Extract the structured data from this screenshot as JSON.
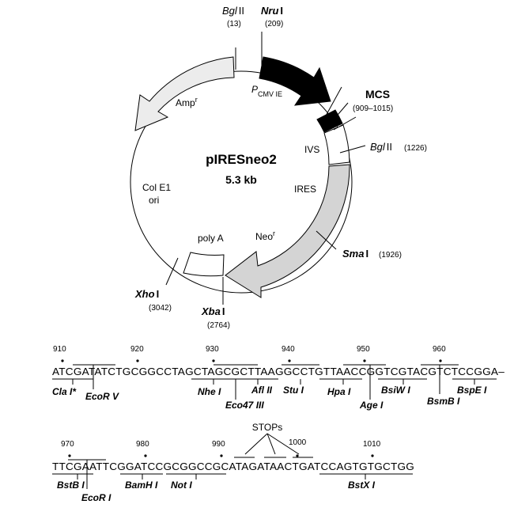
{
  "map": {
    "name": "pIRESneo2",
    "size": "5.3 kb",
    "features": {
      "amp": "Amp",
      "amp_sup": "r",
      "pcmv": "P",
      "pcmv_sub": "CMV IE",
      "mcs": "MCS",
      "mcs_range": "(909–1015)",
      "ivs": "IVS",
      "ires": "IRES",
      "neo": "Neo",
      "neo_sup": "r",
      "polya": "poly A",
      "colE1_line1": "Col E1",
      "colE1_line2": "ori"
    },
    "sites": [
      {
        "name": "Bgl",
        "suffix": "II",
        "pos": "(13)"
      },
      {
        "name": "Nru",
        "suffix": "I",
        "pos": "(209)"
      },
      {
        "name": "Bgl",
        "suffix": "II",
        "pos": "(1226)"
      },
      {
        "name": "Sma",
        "suffix": "I",
        "pos": "(1926)"
      },
      {
        "name": "Xho",
        "suffix": "I",
        "pos": "(3042)"
      },
      {
        "name": "Xba",
        "suffix": "I",
        "pos": "(2764)"
      }
    ]
  },
  "sequence": {
    "line1": {
      "numbers": [
        "910",
        "920",
        "930",
        "940",
        "950",
        "960"
      ],
      "seq": "ATCGATATCTGCGGCCTAGCTAGCGCTTAAGGCCTGTTAACCGGTCGTACGTCTCCGGA–",
      "enzymes": [
        "Cla I*",
        "EcoR V",
        "Nhe I",
        "Afl II",
        "Stu I",
        "Hpa I",
        "BsiW I",
        "BspE I",
        "Eco47 III",
        "Age I",
        "BsmB I"
      ]
    },
    "line2": {
      "numbers": [
        "970",
        "980",
        "990",
        "1000",
        "1010"
      ],
      "stops": "STOPs",
      "seq": "TTCGAATTCGGATCCGCGGCCGCATAGATAACTGATCCAGTGTGCTGG",
      "enzymes": [
        "BstB I",
        "EcoR I",
        "BamH I",
        "Not I",
        "BstX I"
      ]
    }
  }
}
